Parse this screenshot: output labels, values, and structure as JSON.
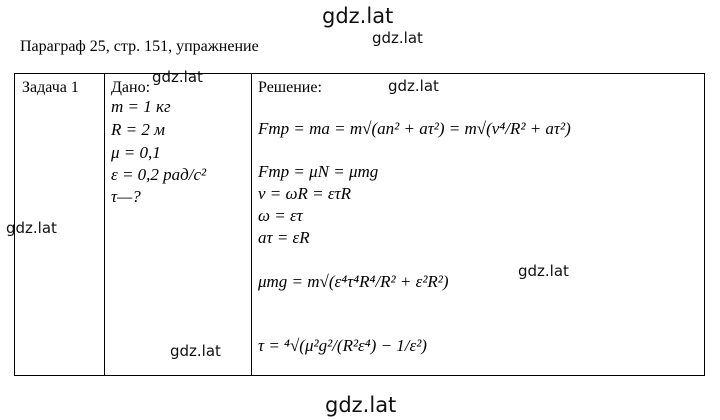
{
  "watermarks": [
    "gdz.lat",
    "gdz.lat",
    "gdz.lat",
    "gdz.lat",
    "gdz.lat",
    "gdz.lat",
    "gdz.lat",
    "gdz.lat"
  ],
  "heading": "Параграф 25, стр. 151, упражнение",
  "task": {
    "label": "Задача 1"
  },
  "given": {
    "title": "Дано:",
    "lines": [
      "m = 1 кг",
      "R = 2 м",
      "μ = 0,1",
      "ε = 0,2 рад/с²",
      "τ—?"
    ]
  },
  "solution": {
    "title": "Решение:",
    "eq1": "Fтр = ma = m√(an² + aτ²) = m√(v⁴/R² + aτ²)",
    "eq2": "Fтр = μN = μmg",
    "eq3": "v = ωR = ετR",
    "eq4": "ω = ετ",
    "eq5": "aτ = εR",
    "eq6": "μmg = m√(ε⁴τ⁴R⁴/R² + ε²R²)",
    "eq7": "τ = ⁴√(μ²g²/(R²ε⁴) − 1/ε²)"
  }
}
